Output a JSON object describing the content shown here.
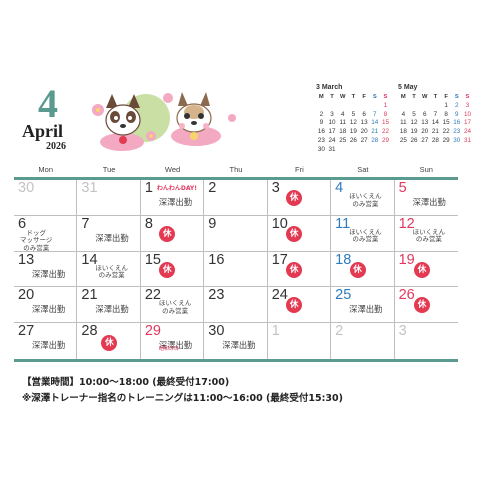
{
  "header": {
    "big_month": "4",
    "month_name": "April",
    "year": "2026"
  },
  "mini_calendars": [
    {
      "title": "3 March",
      "days": [
        "M",
        "T",
        "W",
        "T",
        "F",
        "S",
        "S"
      ],
      "rows": [
        [
          "",
          "",
          "",
          "",
          "",
          "",
          "1"
        ],
        [
          "2",
          "3",
          "4",
          "5",
          "6",
          "7",
          "8"
        ],
        [
          "9",
          "10",
          "11",
          "12",
          "13",
          "14",
          "15"
        ],
        [
          "16",
          "17",
          "18",
          "19",
          "20",
          "21",
          "22"
        ],
        [
          "23",
          "24",
          "25",
          "26",
          "27",
          "28",
          "29"
        ],
        [
          "30",
          "31",
          "",
          "",
          "",
          "",
          ""
        ]
      ]
    },
    {
      "title": "5 May",
      "days": [
        "M",
        "T",
        "W",
        "T",
        "F",
        "S",
        "S"
      ],
      "rows": [
        [
          "",
          "",
          "",
          "",
          "1",
          "2",
          "3"
        ],
        [
          "4",
          "5",
          "6",
          "7",
          "8",
          "9",
          "10"
        ],
        [
          "11",
          "12",
          "13",
          "14",
          "15",
          "16",
          "17"
        ],
        [
          "18",
          "19",
          "20",
          "21",
          "22",
          "23",
          "24"
        ],
        [
          "25",
          "26",
          "27",
          "28",
          "29",
          "30",
          "31"
        ]
      ]
    }
  ],
  "weekdays": [
    "Mon",
    "Tue",
    "Wed",
    "Thu",
    "Fri",
    "Sat",
    "Sun"
  ],
  "cells": [
    {
      "n": "30",
      "c": "gray"
    },
    {
      "n": "31",
      "c": "gray"
    },
    {
      "n": "1",
      "evt": "深澤出勤",
      "banner": "わんわんDAY!"
    },
    {
      "n": "2"
    },
    {
      "n": "3",
      "rest": "休"
    },
    {
      "n": "4",
      "c": "sat",
      "evt": "ほいくえん\nのみ営業",
      "small": true
    },
    {
      "n": "5",
      "c": "sun",
      "evt": "深澤出勤"
    },
    {
      "n": "6",
      "evt": "ドッグ\nマッサージ\nのみ営業",
      "small": true
    },
    {
      "n": "7",
      "evt": "深澤出勤"
    },
    {
      "n": "8",
      "rest": "休"
    },
    {
      "n": "9"
    },
    {
      "n": "10",
      "rest": "休"
    },
    {
      "n": "11",
      "c": "sat",
      "evt": "ほいくえん\nのみ営業",
      "small": true
    },
    {
      "n": "12",
      "c": "sun",
      "evt": "ほいくえん\nのみ営業",
      "small": true
    },
    {
      "n": "13",
      "evt": "深澤出勤"
    },
    {
      "n": "14",
      "evt": "ほいくえん\nのみ営業",
      "small": true
    },
    {
      "n": "15",
      "rest": "休"
    },
    {
      "n": "16"
    },
    {
      "n": "17",
      "rest": "休"
    },
    {
      "n": "18",
      "c": "sat",
      "rest": "休"
    },
    {
      "n": "19",
      "c": "sun",
      "rest": "休"
    },
    {
      "n": "20",
      "evt": "深澤出勤"
    },
    {
      "n": "21",
      "evt": "深澤出勤"
    },
    {
      "n": "22",
      "evt": "ほいくえん\nのみ営業",
      "small": true
    },
    {
      "n": "23"
    },
    {
      "n": "24",
      "rest": "休"
    },
    {
      "n": "25",
      "c": "sat",
      "evt": "深澤出勤"
    },
    {
      "n": "26",
      "c": "sun",
      "rest": "休"
    },
    {
      "n": "27",
      "evt": "深澤出勤"
    },
    {
      "n": "28",
      "rest": "休"
    },
    {
      "n": "29",
      "c": "sun",
      "evt": "深澤出勤",
      "showa": "昭和の日"
    },
    {
      "n": "30",
      "evt": "深澤出勤"
    },
    {
      "n": "1",
      "c": "gray"
    },
    {
      "n": "2",
      "c": "gray"
    },
    {
      "n": "3",
      "c": "gray"
    }
  ],
  "notes": {
    "hours": "【営業時間】10:00～18:00 (最終受付17:00)",
    "trainer": "※深澤トレーナー指名のトレーニングは11:00～16:00 (最終受付15:30)"
  }
}
